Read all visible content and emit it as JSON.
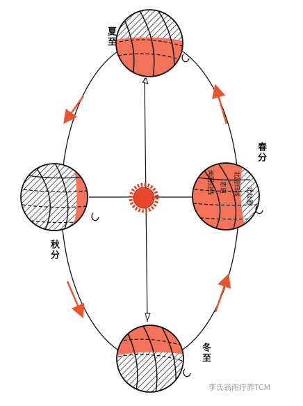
{
  "labels": {
    "summer_solstice": "夏至",
    "spring_equinox": "春分",
    "autumn_equinox": "秋分",
    "winter_solstice": "冬至",
    "arctic_circle": "北极圈",
    "tropic_of_cancer": "北回归线",
    "equator": "赤道",
    "tropic_of_capricorn": "南回归线"
  },
  "watermark": "李氏翁雨疗养TCM",
  "colors": {
    "sunlit": "#f2735a",
    "sun": "#e8452a",
    "sun_ray": "#d8401f",
    "arrow": "#e8542e",
    "line": "#111111",
    "hatch": "#333333"
  }
}
